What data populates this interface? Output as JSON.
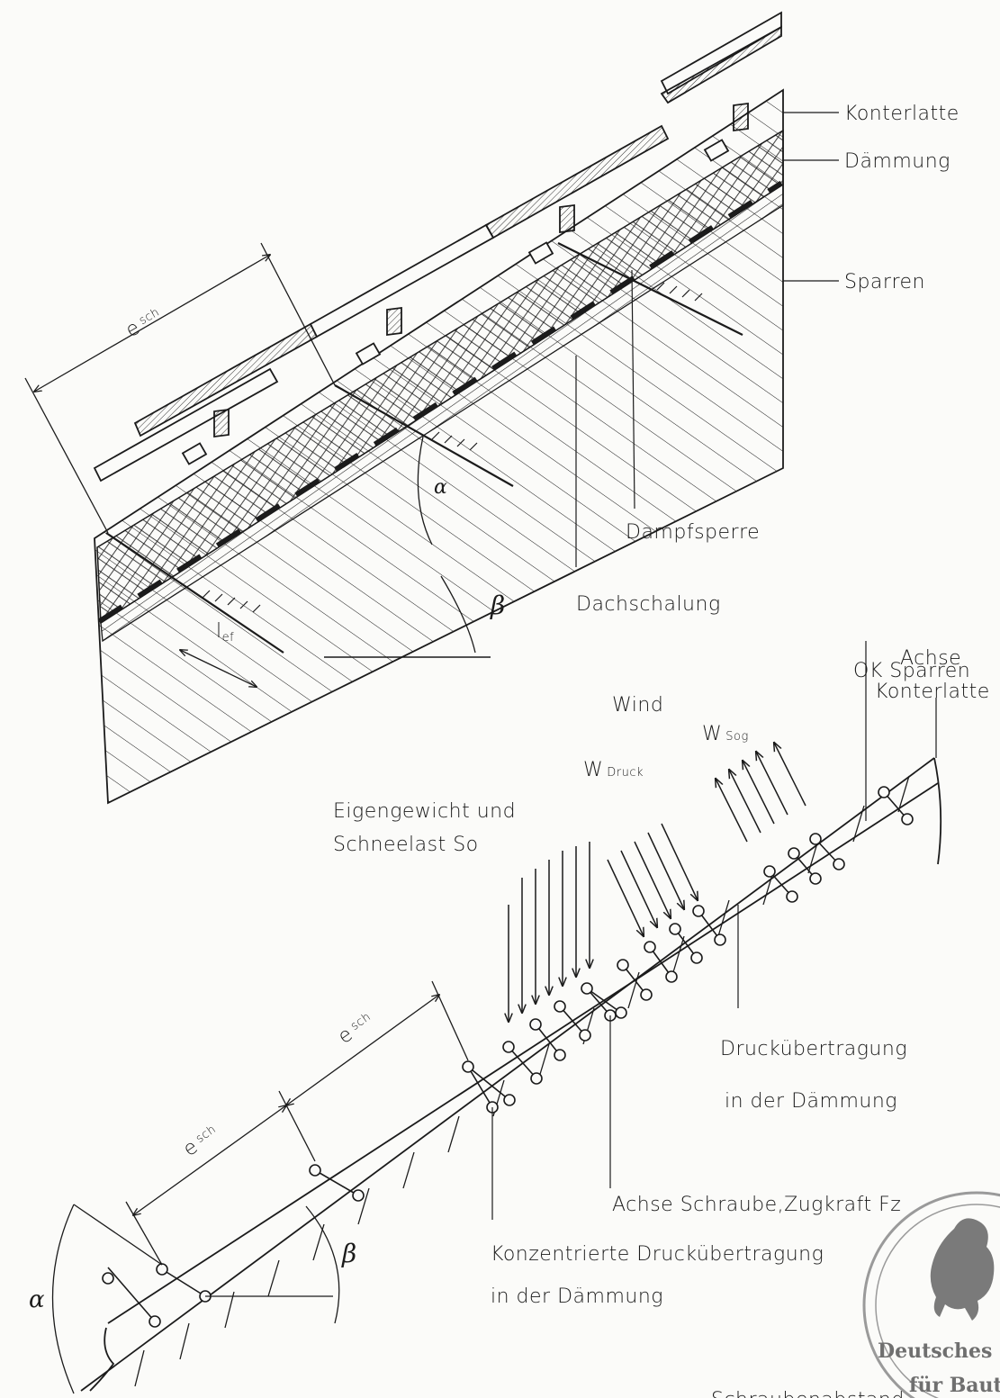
{
  "colors": {
    "ink": "#1b1b1b",
    "paper": "#fbfbf9",
    "stamp": "#9a9a9a"
  },
  "top_section": {
    "labels": {
      "konterlatte": "Konterlatte",
      "daemmung": "Dämmung",
      "sparren": "Sparren",
      "dampfsperre": "Dampfsperre",
      "dachschalung": "Dachschalung"
    },
    "dimensions": {
      "spacing_main": "e",
      "spacing_sub": "sch",
      "length_main": "l",
      "length_sub": "ef",
      "angle_alpha": "α",
      "angle_beta": "β"
    }
  },
  "bottom_section": {
    "loads": {
      "dead_load_line1": "Eigengewicht und",
      "dead_load_line2": "Schneelast So",
      "wind": "Wind",
      "wind_pressure_main": "W",
      "wind_pressure_sub": "Druck",
      "wind_suction_main": "W",
      "wind_suction_sub": "Sog"
    },
    "labels": {
      "axis_counter_batten_1": "Achse",
      "axis_counter_batten_2": "Konterlatte",
      "rafter_top": "OK Sparren",
      "pressure_transfer_1": "Druckübertragung",
      "pressure_transfer_2": "in der Dämmung",
      "screw_axis": "Achse Schraube,Zugkraft Fz",
      "concentrated_1": "Konzentrierte Druckübertragung",
      "concentrated_2": "in der Dämmung",
      "partial_bottom": "Schraubenabstand"
    },
    "dimensions": {
      "spacing_main": "e",
      "spacing_sub": "sch",
      "angle_alpha": "α",
      "angle_beta": "β"
    }
  },
  "stamp": {
    "line1": "Deutsches I",
    "line2": "für Baute"
  }
}
